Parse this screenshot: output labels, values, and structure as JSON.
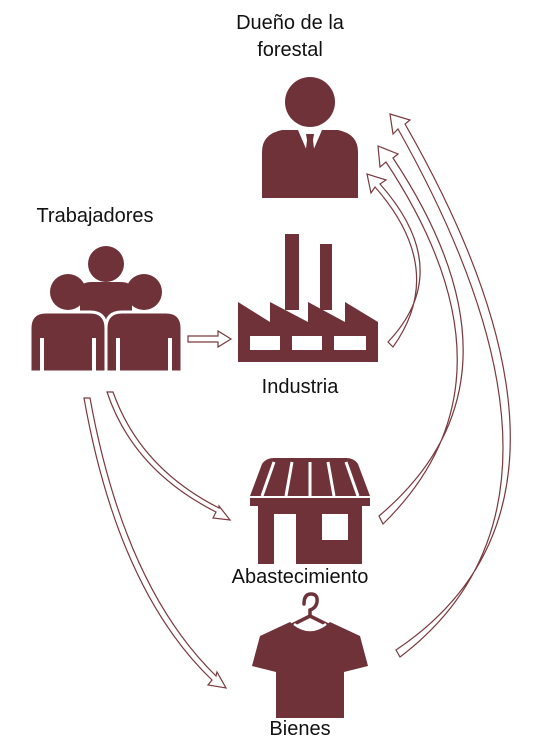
{
  "colors": {
    "icon": "#6f3238",
    "arrow_stroke": "#7a3a3e",
    "background": "#ffffff",
    "text": "#111111"
  },
  "nodes": {
    "owner": {
      "label_line1": "Dueño de la",
      "label_line2": "forestal",
      "icon": "businessman-icon"
    },
    "workers": {
      "label": "Trabajadores",
      "icon": "workers-group-icon"
    },
    "industry": {
      "label": "Industria",
      "icon": "factory-icon"
    },
    "supply": {
      "label": "Abastecimiento",
      "icon": "store-icon"
    },
    "goods": {
      "label": "Bienes",
      "icon": "shirt-hanger-icon"
    }
  },
  "edges": [
    {
      "from": "workers",
      "to": "industry"
    },
    {
      "from": "workers",
      "to": "supply"
    },
    {
      "from": "workers",
      "to": "goods"
    },
    {
      "from": "industry",
      "to": "owner"
    },
    {
      "from": "supply",
      "to": "owner"
    },
    {
      "from": "goods",
      "to": "owner"
    }
  ]
}
